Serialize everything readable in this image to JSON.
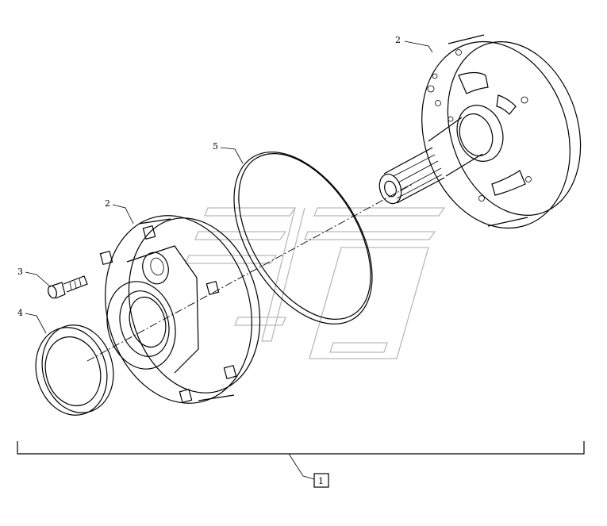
{
  "callouts": {
    "pump_body_rear": "2",
    "seal_ring": "5",
    "pump_body_front": "2",
    "bolt": "3",
    "oil_seal": "4",
    "assembly": "1"
  }
}
